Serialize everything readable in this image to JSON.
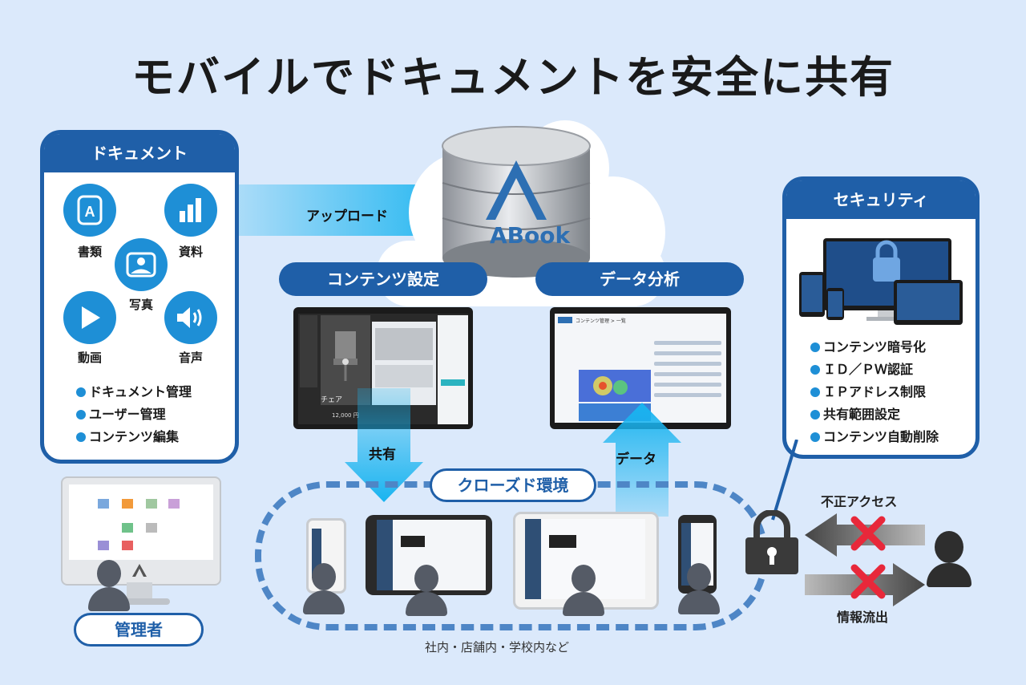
{
  "title": "モバイルでドキュメントを安全に共有",
  "document_panel": {
    "heading": "ドキュメント",
    "icons": [
      {
        "label": "書類",
        "icon": "document-a-icon"
      },
      {
        "label": "資料",
        "icon": "bar-chart-icon"
      },
      {
        "label": "写真",
        "icon": "photo-icon"
      },
      {
        "label": "動画",
        "icon": "play-icon"
      },
      {
        "label": "音声",
        "icon": "speaker-icon"
      }
    ],
    "features": [
      "ドキュメント管理",
      "ユーザー管理",
      "コンテンツ編集"
    ]
  },
  "server": {
    "logo_text": "ABook"
  },
  "upload_label": "アップロード",
  "content_settings_label": "コンテンツ設定",
  "data_analysis_label": "データ分析",
  "share_label": "共有",
  "data_label": "データ",
  "closed_env_label": "クローズド環境",
  "closed_env_caption": "社内・店舗内・学校内など",
  "settings_screen": {
    "product_text": "チェア",
    "price_text": "12,000 円"
  },
  "analysis_screen": {
    "breadcrumb": "コンテンツ管理 > 一覧"
  },
  "admin_label": "管理者",
  "security_panel": {
    "heading": "セキュリティ",
    "features": [
      "コンテンツ暗号化",
      "ＩＤ／ＰＷ認証",
      "ＩＰアドレス制限",
      "共有範囲設定",
      "コンテンツ自動削除"
    ]
  },
  "unauthorized_access_label": "不正アクセス",
  "info_leak_label": "情報流出",
  "colors": {
    "brand_blue": "#1f5fa8",
    "accent_blue": "#1e8fd6",
    "arrow_cyan": "#19b4f0",
    "block_red": "#e8283a"
  }
}
